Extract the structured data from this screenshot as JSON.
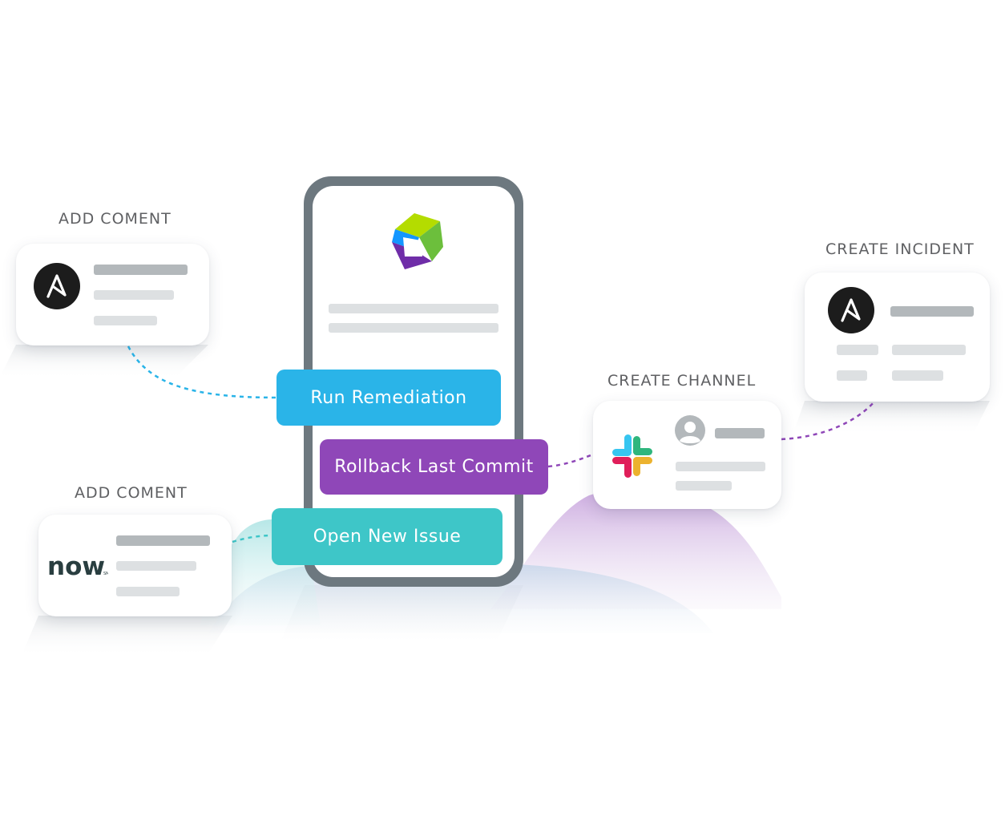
{
  "labels": {
    "add_comment_top": "ADD COMENT",
    "add_comment_bottom": "ADD COMENT",
    "create_channel": "CREATE CHANNEL",
    "create_incident": "CREATE INCIDENT"
  },
  "actions": {
    "run_remediation": "Run Remediation",
    "rollback_last_commit": "Rollback Last Commit",
    "open_new_issue": "Open New Issue"
  },
  "servicenow": {
    "wordmark": "now"
  },
  "icons": {
    "app_logo": "dynatrace-logo-icon",
    "ansible": "ansible-logo-icon",
    "servicenow": "servicenow-logo-icon",
    "slack": "slack-logo-icon",
    "avatar": "user-avatar-icon"
  },
  "colors": {
    "run_remediation": "#2ab4e8",
    "rollback_last_commit": "#8f47b8",
    "open_new_issue": "#3ec6c8",
    "phone_frame": "#6d787f",
    "label_text": "#5f6063",
    "connector_blue": "#2ab4e8",
    "connector_purple": "#8f47b8",
    "connector_teal": "#3ec6c8"
  }
}
